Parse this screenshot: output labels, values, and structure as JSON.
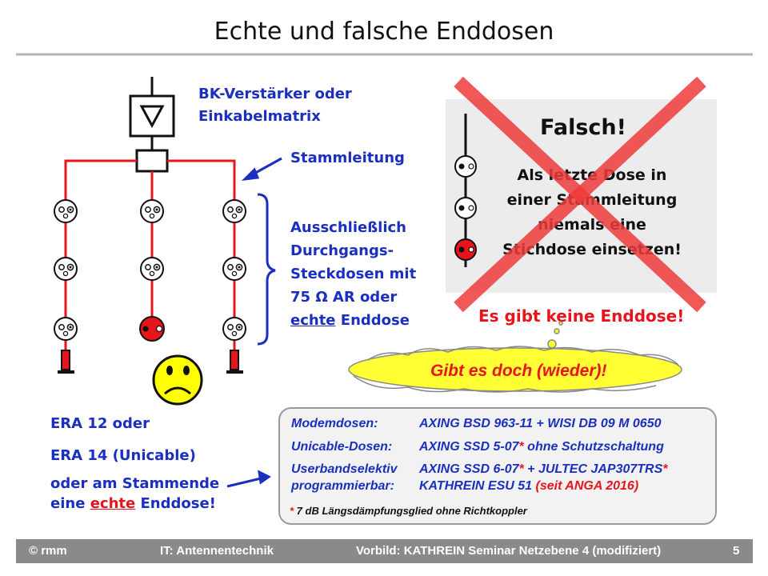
{
  "title": "Echte und falsche Enddosen",
  "labels": {
    "amplifier": [
      "BK-Verstärker oder",
      "Einkabelmatrix"
    ],
    "trunk": "Stammleitung",
    "through_sockets": [
      "Ausschließlich",
      "Durchgangs-",
      "Steckdosen mit",
      "75 Ω AR oder"
    ],
    "echte": "echte",
    "enddose": "Enddose",
    "era_1": "ERA 12 oder",
    "era_2": "ERA 14 (Unicable)",
    "stamm_1": "oder am Stammende",
    "stamm_2a": "eine",
    "stamm_echte": "echte",
    "stamm_2b": "Enddose!"
  },
  "falsch": {
    "title": "Falsch!",
    "lines": [
      "Als letzte Dose in",
      "einer Stammleitung",
      "niemals eine",
      "Stichdose einsetzen!"
    ]
  },
  "no_terminal": "Es gibt keine Enddose!",
  "cloud": "Gibt es doch (wieder)!",
  "info": {
    "rows": [
      {
        "key": "Modemdosen:",
        "value": "AXING BSD 963-11 + WISI DB 09 M 0650"
      },
      {
        "key": "Unicable-Dosen:",
        "value": "AXING SSD 5-07",
        "star": "*",
        "rest": " ohne Schutzschaltung"
      },
      {
        "key": "Userbandselektiv",
        "value": "AXING SSD 6-07",
        "star": "*",
        "rest": " + JULTEC JAP307TRS",
        "star2": "*"
      },
      {
        "key": "programmierbar:",
        "value": "KATHREIN  ESU 51 ",
        "red": "(seit ANGA 2016)"
      }
    ],
    "note_star": "*",
    "note": " 7 dB Längsdämpfungsglied ohne Richtkoppler"
  },
  "footer": {
    "left": "© rmm",
    "mid": "IT: Antennentechnik",
    "right": "Vorbild: KATHREIN Seminar Netzebene 4 (modifiziert)",
    "page": "5"
  },
  "colors": {
    "line_red": "#e8141b",
    "text_blue": "#1a2fbf",
    "cross": "#ef3b3b",
    "cloud": "#ffff33"
  }
}
